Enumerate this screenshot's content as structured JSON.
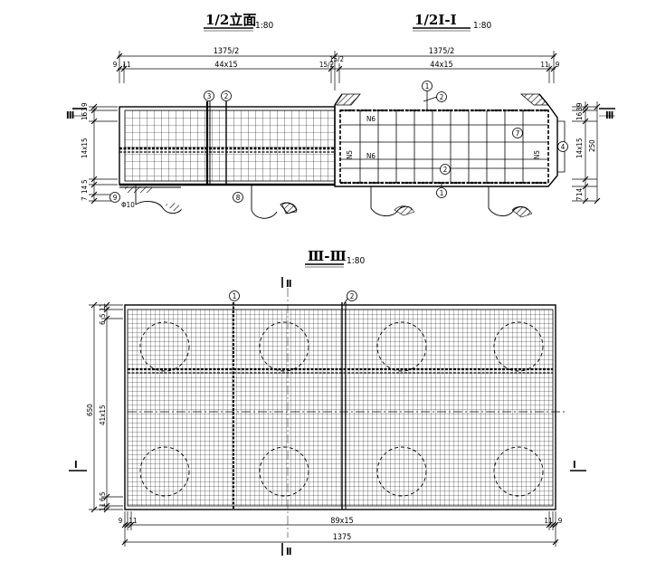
{
  "titles": {
    "half_elevation": "1/2立面",
    "half_section_1": "1/2Ⅰ-Ⅰ",
    "section_3": "Ⅲ-Ⅲ",
    "scale": "1:80"
  },
  "top_dims": {
    "left_total": "1375/2",
    "right_total": "1375/2",
    "left_edge": "9",
    "left_edge_b": "11",
    "left_mid": "44x15",
    "center_a": "15/2",
    "center_b": "15/2",
    "right_mid": "44x15",
    "right_edge": "11",
    "right_edge_b": "9",
    "left_v1": "16",
    "left_v2": "3",
    "left_v3": "9",
    "left_span": "14x15",
    "left_v4": "5",
    "left_v5": "14",
    "left_v6": "7",
    "right_v1": "16",
    "right_v2": "3",
    "right_v3": "9",
    "right_span": "14x15",
    "right_total_h": "250",
    "right_v4": "14",
    "right_v5": "7"
  },
  "section_marks": {
    "left": "Ⅲ",
    "right": "Ⅲ"
  },
  "callouts": {
    "c1": "1",
    "c2": "2",
    "c3": "3",
    "c4": "4",
    "c7": "7",
    "c8": "8",
    "c9": "9",
    "bar_phi": "Φ10",
    "n6_top": "N6",
    "n6_bottom": "N6",
    "n5_left": "N5",
    "n5_right": "N5"
  },
  "plan": {
    "top_mark": "Ⅱ",
    "bottom_mark": "Ⅱ",
    "left_mark": "Ⅰ",
    "right_mark": "Ⅰ",
    "c1": "1",
    "c2": "2",
    "height_total": "650",
    "h_top_a": "11",
    "h_top_b": "5",
    "h_top_c": "6",
    "h_mid": "41x15",
    "h_bot_a": "6",
    "h_bot_b": "11",
    "h_bot_c": "5",
    "w_left_a": "9",
    "w_left_b": "11",
    "w_mid": "89x15",
    "w_right_a": "11",
    "w_right_b": "9",
    "w_total": "1375"
  }
}
